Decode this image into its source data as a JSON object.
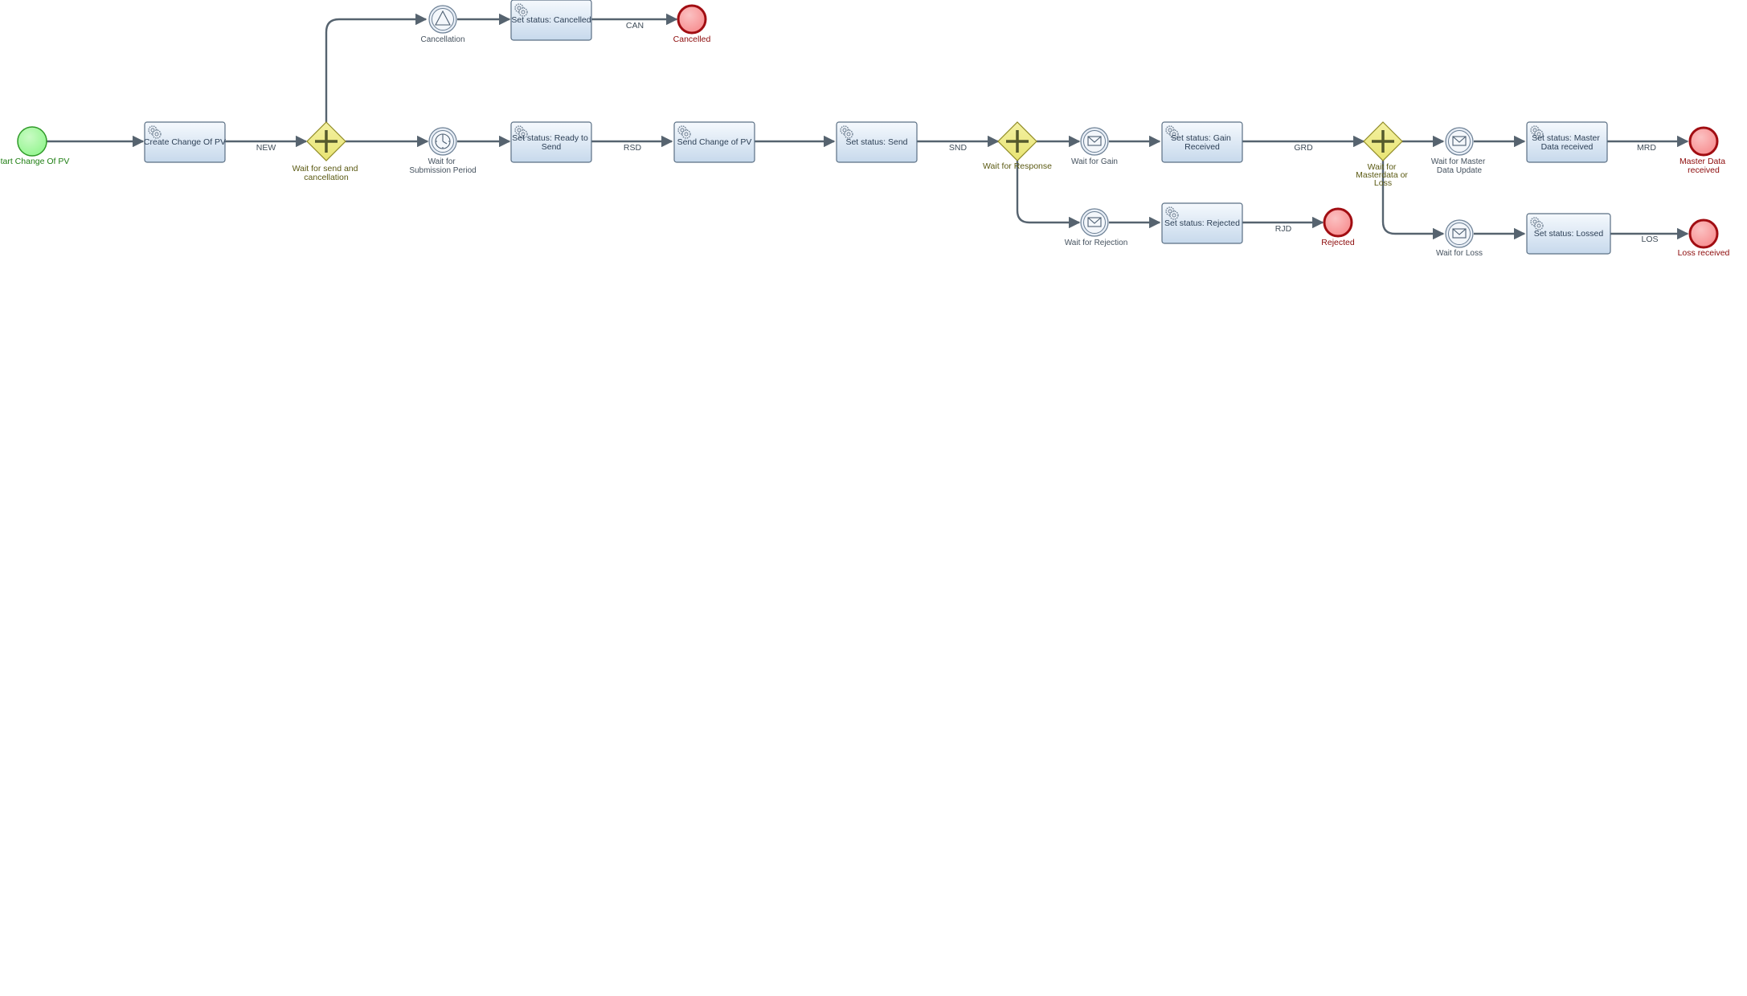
{
  "colors": {
    "flow": "#56636f",
    "task_fill_top": "#f5f9fd",
    "task_fill_bottom": "#c7d9ec",
    "task_stroke": "#5a6f84",
    "start_fill": "#8ff58b",
    "start_stroke": "#2f9a28",
    "end_fill": "#f7898b",
    "end_stroke": "#a10d12",
    "gateway_fill": "#e8e473",
    "gateway_stroke": "#8f8a25",
    "intermediate_fill": "#e8eef6",
    "intermediate_stroke": "#6b7f94"
  },
  "diagram": {
    "start": {
      "label": "Start Change Of PV",
      "icon": "start-event-icon"
    },
    "tasks": {
      "create_change": "Create Change Of PV",
      "set_cancelled": "Set status: Cancelled",
      "set_ready": [
        "Set status: Ready to",
        "Send"
      ],
      "send_change": "Send Change of PV",
      "set_send": "Set status: Send",
      "set_gain": [
        "Set status: Gain",
        "Received"
      ],
      "set_rejected": "Set status: Rejected",
      "set_master": [
        "Set status: Master",
        "Data received"
      ],
      "set_lossed": "Set status: Lossed"
    },
    "gateways": {
      "wait_send_cancel": [
        "Wait for send and",
        "cancellation"
      ],
      "wait_response": "Wait for Response",
      "wait_master_loss": [
        "Wait for",
        "Masterdata or",
        "Loss"
      ]
    },
    "intermediate": {
      "cancellation": {
        "label": "Cancellation",
        "icon": "signal-triangle-icon"
      },
      "submission": {
        "label": [
          "Wait for",
          "Submission Period"
        ],
        "icon": "timer-clock-icon"
      },
      "gain": {
        "label": "Wait for Gain",
        "icon": "envelope-icon"
      },
      "rejection": {
        "label": "Wait for Rejection",
        "icon": "envelope-icon"
      },
      "master_update": {
        "label": [
          "Wait for Master",
          "Data Update"
        ],
        "icon": "envelope-icon"
      },
      "loss": {
        "label": "Wait for Loss",
        "icon": "envelope-icon"
      }
    },
    "ends": {
      "cancelled": "Cancelled",
      "rejected": "Rejected",
      "master_received": [
        "Master Data",
        "received"
      ],
      "loss_received": "Loss received"
    },
    "flows": {
      "new": "NEW",
      "can": "CAN",
      "rsd": "RSD",
      "snd": "SND",
      "grd": "GRD",
      "rjd": "RJD",
      "mrd": "MRD",
      "los": "LOS"
    }
  }
}
